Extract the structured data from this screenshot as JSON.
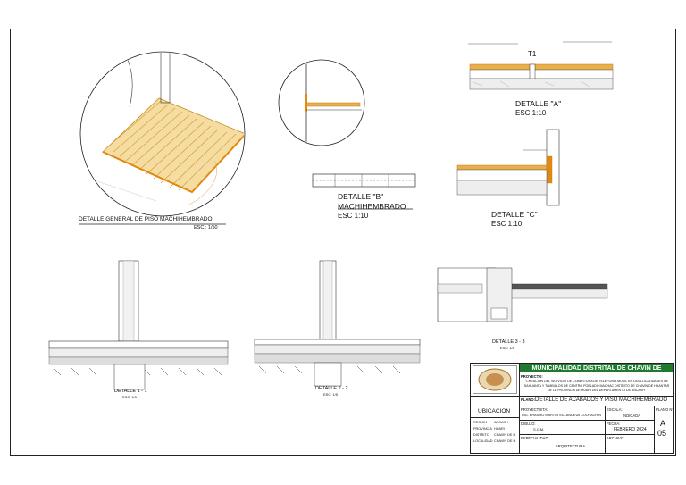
{
  "details": {
    "general_title": "DETALLE GENERAL DE PISO MACHIHEMBRADO",
    "general_scale": "ESC.: 1/50",
    "b_title": "DETALLE \"B\"",
    "b_sub": "MACHIHEMBRADO",
    "b_scale": "ESC 1:10",
    "a_title": "DETALLE \"A\"",
    "a_scale": "ESC 1:10",
    "c_title": "DETALLE \"C\"",
    "c_scale": "ESC 1:10",
    "d11_title": "DETALLE 1 - 1",
    "d11_scale": "ESC: 1/5",
    "d22_title": "DETALLE 2 - 2",
    "d22_scale": "ESC: 1/5",
    "d33_title": "DETALLE 3 - 3",
    "d33_scale": "ESC: 1/5",
    "a_marker": "T1"
  },
  "title_block": {
    "municipality": "MUNICIPALIDAD DISTRITAL DE CHAVIN DE HUANTAR",
    "project_label": "PROYECTO:",
    "project_text": "\"CREACION DEL SERVICIO DE COBERTURA DE TELEFONIA MOVIL EN LAS LOCALIDADES DE SAHUANTA Y TAMBILLOS DE CENTRO POBLADO MACHAC DISTRITO DE CHAVIN DE HUANTAR DE LA PROVINCIA DE HUARI DEL DEPARTAMENTO DE ANCASH\"",
    "plano_label": "PLANO:",
    "plano_text": "DETALLE DE ACABADOS Y PISO MACHIHEMBRADO",
    "ubicacion": "UBICACION",
    "region_label": "REGION",
    "region": "ANCASH",
    "provincia_label": "PROVINCIA",
    "provincia": "HUARI",
    "distrito_label": "DISTRITO",
    "distrito": "CHAVIN DE H.",
    "localidad_label": "LOCALIDAD",
    "localidad": "CHAVIN DE H.",
    "proyectista_label": "PROYECTISTA:",
    "proyectista": "ING. ERASMO MARTIN VILLANUEVA COCHACHIN",
    "escala_label": "ESCALA:",
    "escala": "INDICADA",
    "dibujo_label": "DIBUJO:",
    "dibujo": "S.C.M.",
    "fecha_label": "FECHA:",
    "fecha": "FEBRERO 2024",
    "especialidad_label": "ESPECIALIDAD:",
    "especialidad": "ARQUITECTURA",
    "archivo_label": "ARCHIVO:",
    "lamina_label": "PLANO N°:",
    "lamina_a": "A",
    "lamina_n": "05"
  },
  "colors": {
    "wood": "#e8b04a",
    "wood_light": "#f5dca0",
    "brand_green": "#1f7a2e",
    "line": "#222222"
  }
}
